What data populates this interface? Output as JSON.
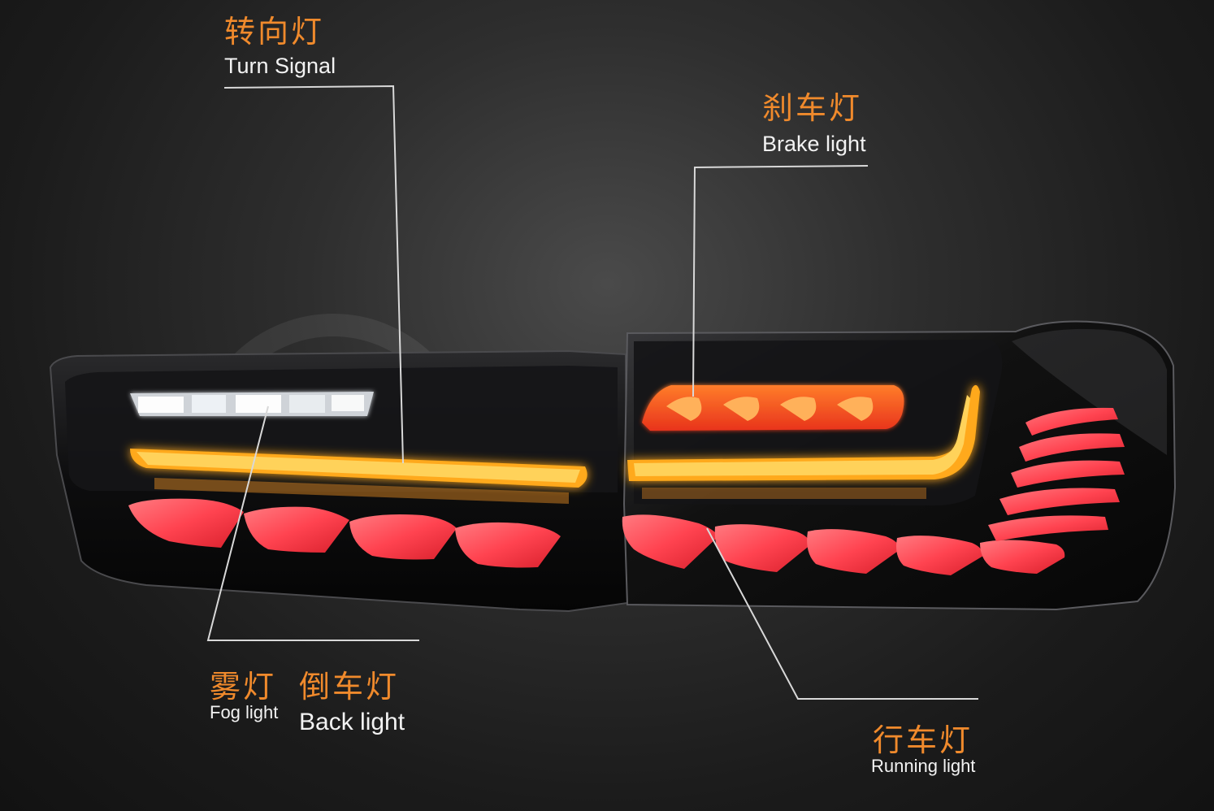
{
  "image": {
    "subject": "LED tail lights",
    "background_color": "#1e1e1e",
    "colors": {
      "cn_label": "#f08a2c",
      "en_label": "#f2f2f2",
      "leader_line": "#d8d8d8",
      "turn_signal_amber": "#ffb020",
      "brake_red": "#ff4a2a",
      "running_red": "#ff4d55",
      "back_light_white": "#f4f4f4"
    }
  },
  "callouts": {
    "turn_signal": {
      "cn": "转向灯",
      "en": "Turn Signal"
    },
    "brake_light": {
      "cn": "刹车灯",
      "en": "Brake light"
    },
    "fog_light": {
      "cn": "雾灯",
      "en": "Fog light"
    },
    "back_light": {
      "cn": "倒车灯",
      "en": "Back light"
    },
    "running_light": {
      "cn": "行车灯",
      "en": "Running light"
    }
  }
}
